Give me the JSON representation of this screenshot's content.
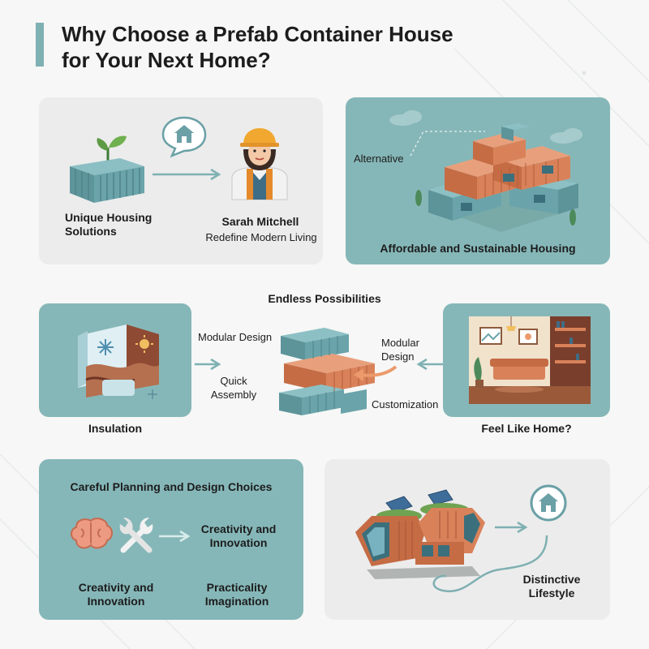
{
  "title": {
    "line1": "Why Choose a Prefab Container House",
    "line2": "for Your Next Home?"
  },
  "panel1": {
    "left_label_line1": "Unique Housing",
    "left_label_line2": "Solutions",
    "person_name": "Sarah Mitchell",
    "person_caption": "Redefine Modern Living"
  },
  "panel2": {
    "callout": "Alternative",
    "caption": "Affordable and Sustainable Housing"
  },
  "middle": {
    "heading": "Endless Possibilities",
    "left_caption": "Insulation",
    "right_caption": "Feel Like Home?",
    "label_modular_design_left": "Modular Design",
    "label_quick_line1": "Quick",
    "label_quick_line2": "Assembly",
    "label_modular_right_line1": "Modular",
    "label_modular_right_line2": "Design",
    "label_customization": "Customization"
  },
  "panel3": {
    "heading": "Careful Planning and Design Choices",
    "arrow_target_line1": "Creativity and",
    "arrow_target_line2": "Innovation",
    "bottom_left_line1": "Creativity and",
    "bottom_left_line2": "Innovation",
    "bottom_right_line1": "Practicality",
    "bottom_right_line2": "Imagination"
  },
  "panel4": {
    "caption_line1": "Distinctive",
    "caption_line2": "Lifestyle"
  },
  "colors": {
    "teal_panel": "#86b7b8",
    "gray_panel": "#ececec",
    "container_teal": "#6aa0a6",
    "container_orange": "#d9825a",
    "accent_bar": "#7fb0b2"
  },
  "icons": [
    "plant-icon",
    "home-icon",
    "snowflake-icon",
    "sun-icon",
    "brain-icon",
    "wrench-icon",
    "solar-panel-icon"
  ]
}
